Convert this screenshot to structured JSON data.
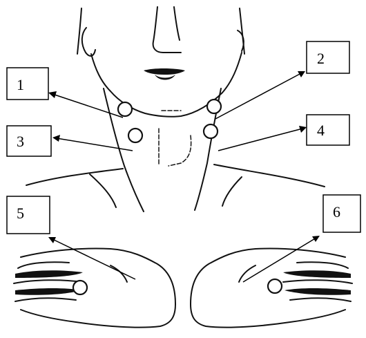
{
  "labels": [
    {
      "id": "1",
      "text": "1"
    },
    {
      "id": "2",
      "text": "2"
    },
    {
      "id": "3",
      "text": "3"
    },
    {
      "id": "4",
      "text": "4"
    },
    {
      "id": "5",
      "text": "5"
    },
    {
      "id": "6",
      "text": "6"
    }
  ],
  "colors": {
    "ink": "#111111",
    "background": "#ffffff"
  }
}
